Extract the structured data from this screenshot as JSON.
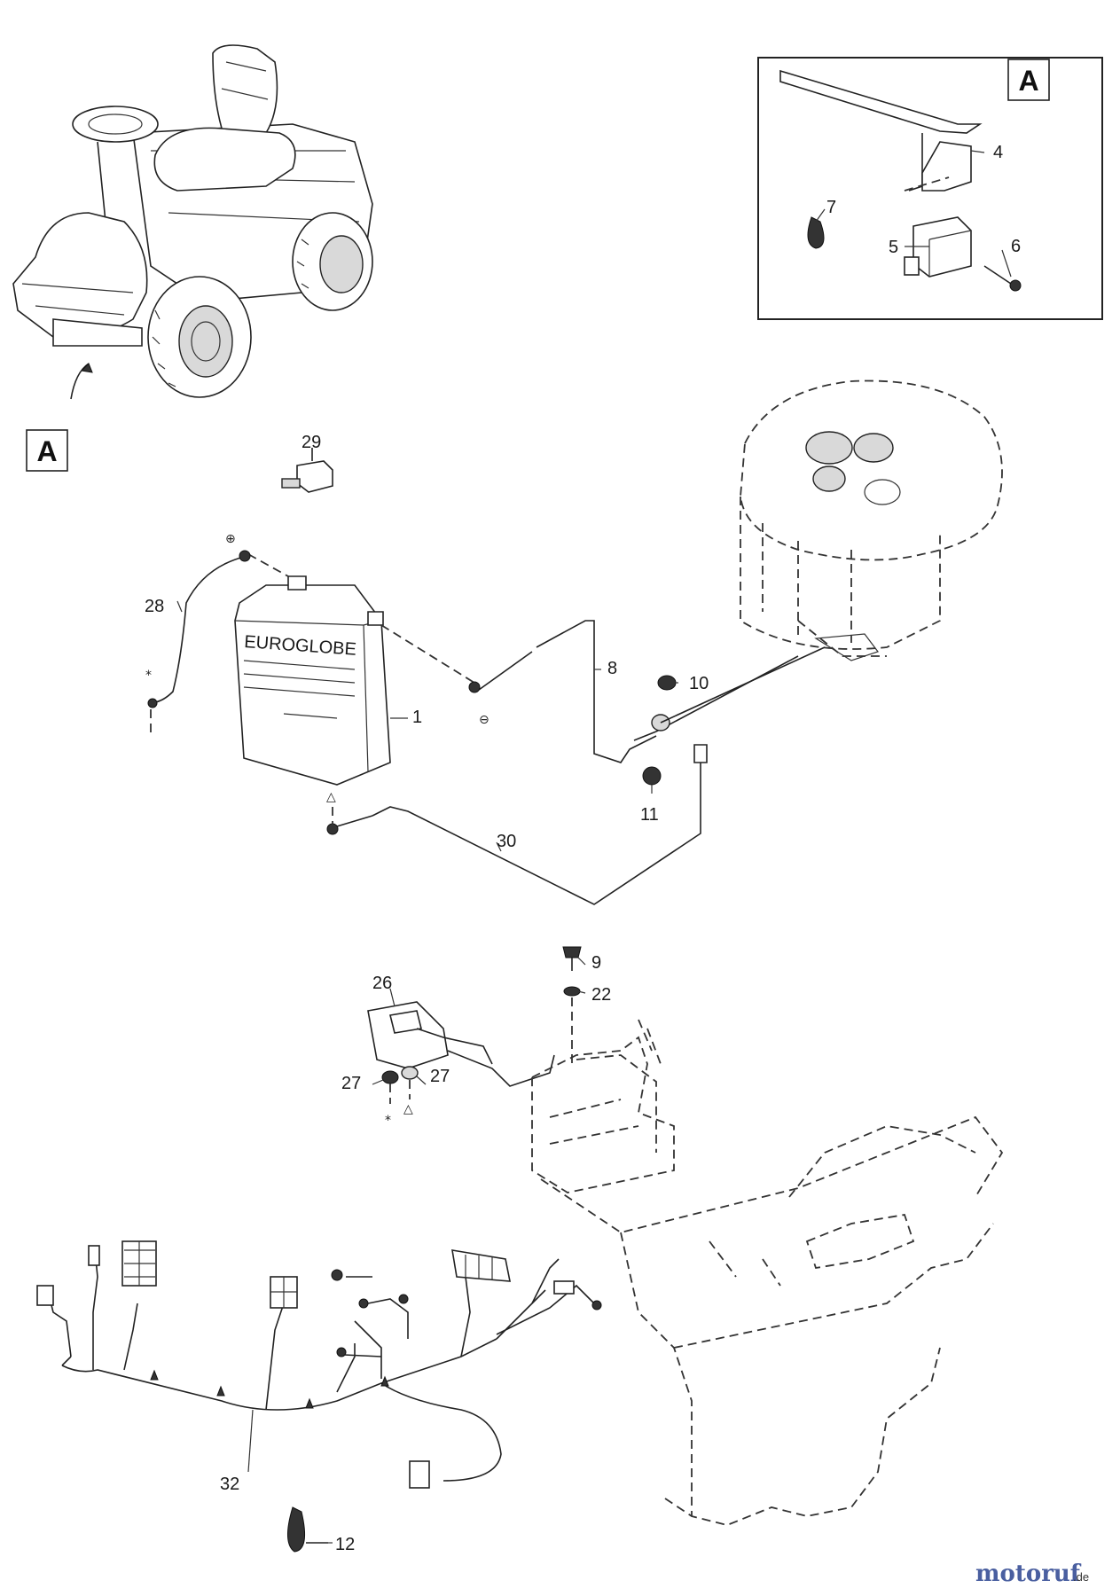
{
  "detail_box": {
    "letter": "A"
  },
  "view_marker": {
    "letter": "A"
  },
  "callouts": {
    "c1": "1",
    "c4": "4",
    "c5": "5",
    "c6": "6",
    "c7": "7",
    "c8": "8",
    "c9": "9",
    "c10": "10",
    "c11": "11",
    "c12": "12",
    "c22": "22",
    "c26": "26",
    "c27a": "27",
    "c27b": "27",
    "c28": "28",
    "c29": "29",
    "c30": "30",
    "c32": "32"
  },
  "battery": {
    "label": "EUROGLOBE"
  },
  "symbols": {
    "plus": "⊕",
    "minus": "⊖",
    "star_a": "*",
    "star_b": "*",
    "triangle_a": "△",
    "triangle_b": "△"
  },
  "watermark": {
    "brand": "motoruf",
    "tld": ".de"
  }
}
